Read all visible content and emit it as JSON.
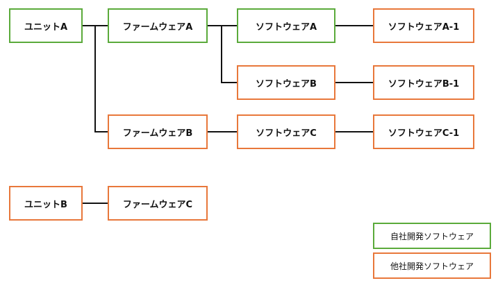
{
  "colors": {
    "in_house": "#5aaa3a",
    "external": "#e8773a",
    "line": "#111111"
  },
  "nodes": {
    "unit_a": {
      "label": "ユニットA",
      "category": "in_house"
    },
    "firmware_a": {
      "label": "ファームウェアA",
      "category": "in_house"
    },
    "software_a": {
      "label": "ソフトウェアA",
      "category": "in_house"
    },
    "software_a1": {
      "label": "ソフトウェアA-1",
      "category": "external"
    },
    "software_b": {
      "label": "ソフトウェアB",
      "category": "external"
    },
    "software_b1": {
      "label": "ソフトウェアB-1",
      "category": "external"
    },
    "firmware_b": {
      "label": "ファームウェアB",
      "category": "external"
    },
    "software_c": {
      "label": "ソフトウェアC",
      "category": "external"
    },
    "software_c1": {
      "label": "ソフトウェアC-1",
      "category": "external"
    },
    "unit_b": {
      "label": "ユニットB",
      "category": "external"
    },
    "firmware_c": {
      "label": "ファームウェアC",
      "category": "external"
    }
  },
  "edges": [
    [
      "unit_a",
      "firmware_a"
    ],
    [
      "unit_a",
      "firmware_b"
    ],
    [
      "firmware_a",
      "software_a"
    ],
    [
      "firmware_a",
      "software_b"
    ],
    [
      "software_a",
      "software_a1"
    ],
    [
      "software_b",
      "software_b1"
    ],
    [
      "firmware_b",
      "software_c"
    ],
    [
      "software_c",
      "software_c1"
    ],
    [
      "unit_b",
      "firmware_c"
    ]
  ],
  "legend": {
    "in_house": "自社開発ソフトウェア",
    "external": "他社開発ソフトウェア"
  }
}
